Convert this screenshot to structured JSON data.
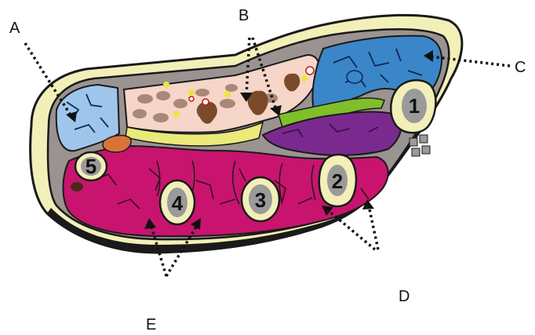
{
  "labels": {
    "a": "A",
    "b": "B",
    "c": "C",
    "d": "D",
    "e": "E"
  },
  "bones": {
    "one": "1",
    "two": "2",
    "three": "3",
    "four": "4",
    "five": "5"
  },
  "colors": {
    "skin": "#f3efb8",
    "outline": "#1a1a1a",
    "fascia": "#9b9391",
    "muscle_magenta": "#c8146e",
    "muscle_blue": "#3a86c8",
    "muscle_light_blue": "#9ec6ea",
    "muscle_purple": "#7a2a8e",
    "green_band": "#7fbf2a",
    "yellow_band": "#eaea7a",
    "fat_pink": "#f5d6c8",
    "bone_grey": "#9a9a9a",
    "bone_rim": "#f3efb8"
  }
}
